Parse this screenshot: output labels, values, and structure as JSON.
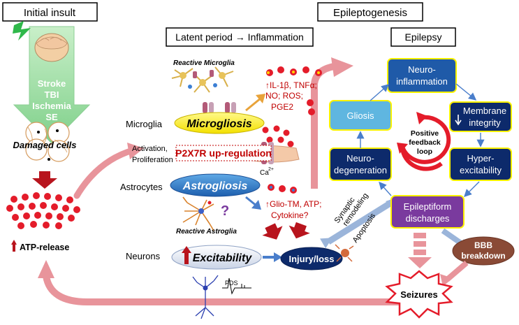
{
  "headers": {
    "initial_insult": "Initial insult",
    "epileptogenesis": "Epileptogenesis",
    "latent_period": "Latent period → Inflammation",
    "epilepsy": "Epilepsy"
  },
  "insult_arrow": {
    "lines": [
      "Stroke",
      "TBI",
      "Ischemia",
      "SE"
    ]
  },
  "left_column": {
    "damaged_cells": "Damaged cells",
    "atp_release": "ATP-release"
  },
  "row_labels": {
    "microglia": "Microglia",
    "activation": "Activation,",
    "proliferation": "Proliferation",
    "astrocytes": "Astrocytes",
    "neurons": "Neurons"
  },
  "middle": {
    "reactive_microglia": "Reactive Microglia",
    "microgliosis": "Microgliosis",
    "p2x7r": "P2X7R up-regulation",
    "astrogliosis": "Astrogliosis",
    "reactive_astroglia": "Reactive Astroglia",
    "excitability": "Excitability",
    "pds": "PDS",
    "ca": "Ca",
    "ca_sup": "2+",
    "question": "?"
  },
  "cytokines_micro": [
    "↑IL-1β, TNFα;",
    "NO; ROS;",
    "PGE2"
  ],
  "cytokines_astro": [
    "↑Glio-TM, ATP;",
    "Cytokine?"
  ],
  "injury": "Injury/loss",
  "cycle": {
    "neuroinflammation": [
      "Neuro-",
      "inflammation"
    ],
    "membrane": [
      "Membrane",
      "integrity"
    ],
    "hyperexcitability": [
      "Hyper-",
      "excitability"
    ],
    "epileptiform": [
      "Epileptiform",
      "discharges"
    ],
    "neurodegeneration": [
      "Neuro-",
      "degeneration"
    ],
    "gliosis": "Gliosis",
    "feedback": [
      "Positive",
      "feedback",
      "loop"
    ]
  },
  "synaptic": [
    "Synaptic",
    "remodeling"
  ],
  "apoptosis": "Apoptosis",
  "bbb": [
    "BBB",
    "breakdown"
  ],
  "seizures": "Seizures",
  "colors": {
    "pink_arrow": "#e8949b",
    "blue_box": "#1f5aa8",
    "navy_box": "#0d2a6b",
    "purple_box": "#7a3a9e",
    "brown_box": "#8a4a36",
    "yellow": "#fff200",
    "green_arrow": "#9fdb9f",
    "red_dot": "#e41c2a"
  }
}
